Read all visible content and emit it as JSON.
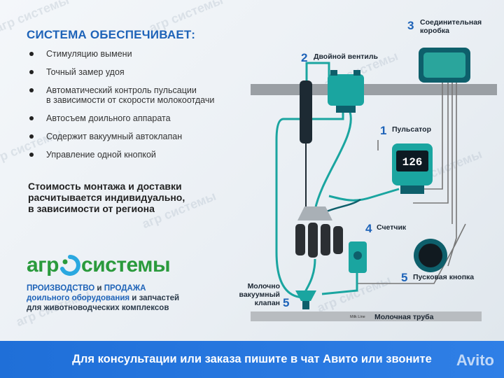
{
  "heading": "СИСТЕМА ОБЕСПЕЧИВАЕТ:",
  "features": [
    [
      "Стимуляцию вымени"
    ],
    [
      "Точный замер удоя"
    ],
    [
      "Автоматический контроль пульсации",
      "в зависимости  от скорости молокоотдачи"
    ],
    [
      "Автосъем доильного аппарата"
    ],
    [
      "Содержит вакуумный автоклапан"
    ],
    [
      "Управление  одной кнопкой"
    ]
  ],
  "cost": [
    "Стоимость монтажа и доставки",
    "расчитывается индивидуально,",
    "в зависимости от региона"
  ],
  "logo": {
    "part1": "агр",
    "part2": "системы"
  },
  "tagline": {
    "line1_a": "ПРОИЗВОДСТВО",
    "line1_b": " и ",
    "line1_c": "ПРОДАЖА",
    "line2_a": "доильного оборудования",
    "line2_b": " и запчастей",
    "line3": "для животноводческих комплексов"
  },
  "watermark": "агр системы",
  "components": {
    "c1": {
      "num": "1",
      "label": "Пульсатор"
    },
    "c2": {
      "num": "2",
      "label": "Двойной вентиль"
    },
    "c3": {
      "num": "3",
      "label_line1": "Соединительная",
      "label_line2": "коробка"
    },
    "c4": {
      "num": "4",
      "label": "Счетчик"
    },
    "c5a": {
      "num": "5",
      "label": "Пусковая кнопка"
    },
    "c5b": {
      "num": "5",
      "label_line1": "Молочно",
      "label_line2": "вакуумный",
      "label_line3": "клапан"
    }
  },
  "display_value": "126",
  "milk_line": {
    "label": "Молочная труба",
    "small": "Milk Line"
  },
  "banner": "Для консультации или заказа пишите в чат Авито или звоните",
  "avito": "Avito",
  "colors": {
    "accent_blue": "#1e63b8",
    "teal": "#1aa5a0",
    "dark_teal": "#0e5f6b",
    "green": "#2a9a3c",
    "banner_blue": "#2479e0"
  }
}
